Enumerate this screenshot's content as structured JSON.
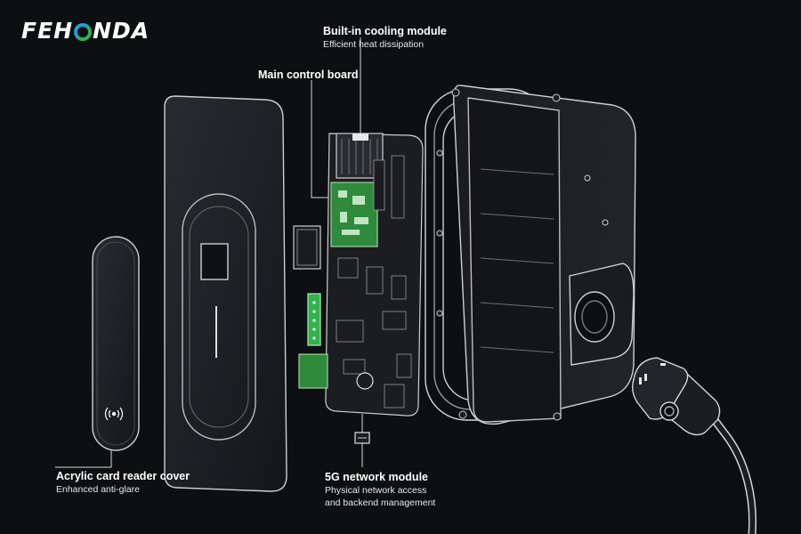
{
  "brand": {
    "logo_parts": [
      "FEH",
      "NDA"
    ],
    "logo_text": "FEHONDA",
    "colors": {
      "blue": "#1ea0d8",
      "green": "#2fb34a",
      "background": "#0e0f12",
      "line": "#d8d8d8"
    }
  },
  "callouts": {
    "cooling": {
      "title": "Built-in cooling module",
      "sub": "Efficient heat dissipation"
    },
    "control_board": {
      "title": "Main control board"
    },
    "card_reader": {
      "title": "Acrylic card reader cover",
      "sub": "Enhanced anti-glare"
    },
    "network": {
      "title": "5G network module",
      "sub_line1": "Physical network access",
      "sub_line2": "and backend management"
    }
  }
}
